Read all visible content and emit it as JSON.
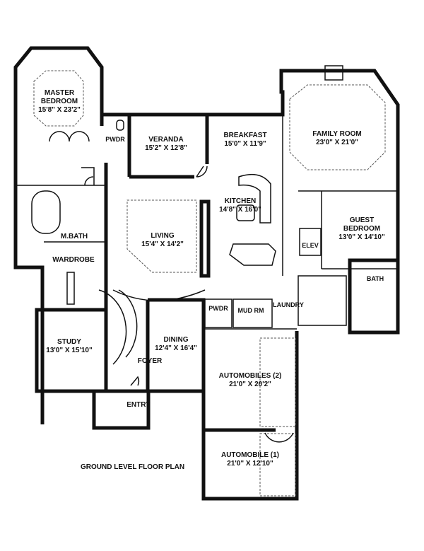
{
  "plan_title": "GROUND LEVEL FLOOR PLAN",
  "rooms": {
    "master_bedroom": {
      "name1": "MASTER",
      "name2": "BEDROOM",
      "size": "15'8\" X 23'2\""
    },
    "pwdr_upper": {
      "name": "PWDR"
    },
    "veranda": {
      "name": "VERANDA",
      "size": "15'2\" X 12'8\""
    },
    "breakfast": {
      "name": "BREAKFAST",
      "size": "15'0\" X 11'9\""
    },
    "family_room": {
      "name": "FAMILY ROOM",
      "size": "23'0\" X 21'0\""
    },
    "m_bath": {
      "name": "M.BATH"
    },
    "kitchen": {
      "name": "KITCHEN",
      "size": "14'8\" X 16'0\""
    },
    "living": {
      "name": "LIVING",
      "size": "15'4\" X 14'2\""
    },
    "guest_bedroom": {
      "name1": "GUEST",
      "name2": "BEDROOM",
      "size": "13'0\" X 14'10\""
    },
    "elev": {
      "name": "ELEV"
    },
    "wardrobe": {
      "name": "WARDROBE"
    },
    "bath": {
      "name": "BATH"
    },
    "pwdr_lower": {
      "name": "PWDR"
    },
    "mud_rm": {
      "name": "MUD RM"
    },
    "laundry": {
      "name": "LAUNDRY"
    },
    "study": {
      "name": "STUDY",
      "size": "13'0\" X 15'10\""
    },
    "dining": {
      "name": "DINING",
      "size": "12'4\" X 16'4\""
    },
    "foyer": {
      "name": "FOYER"
    },
    "entry": {
      "name": "ENTRY"
    },
    "automobiles_2": {
      "name": "AUTOMOBILES (2)",
      "size": "21'0\" X 20'2\""
    },
    "automobile_1": {
      "name": "AUTOMOBILE (1)",
      "size": "21'0\" X 12'10\""
    }
  }
}
